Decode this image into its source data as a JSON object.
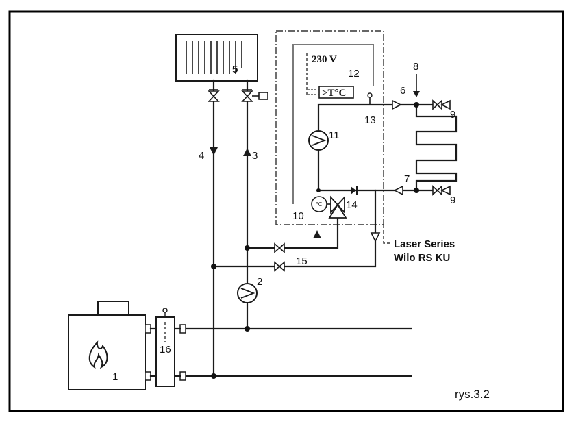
{
  "diagram": {
    "numbers": {
      "n1": "1",
      "n2": "2",
      "n3": "3",
      "n4": "4",
      "n5": "5",
      "n6": "6",
      "n7": "7",
      "n8": "8",
      "n9a": "9",
      "n9b": "9",
      "n10": "10",
      "n11": "11",
      "n12": "12",
      "n13": "13",
      "n14": "14",
      "n15": "15",
      "n16": "16"
    },
    "voltage": "230 V",
    "thermostat": ">T°C",
    "pump_symbol": "°C",
    "product_line1": "Laser Series",
    "product_line2": "Wilo RS KU",
    "caption": "rys.3.2"
  }
}
